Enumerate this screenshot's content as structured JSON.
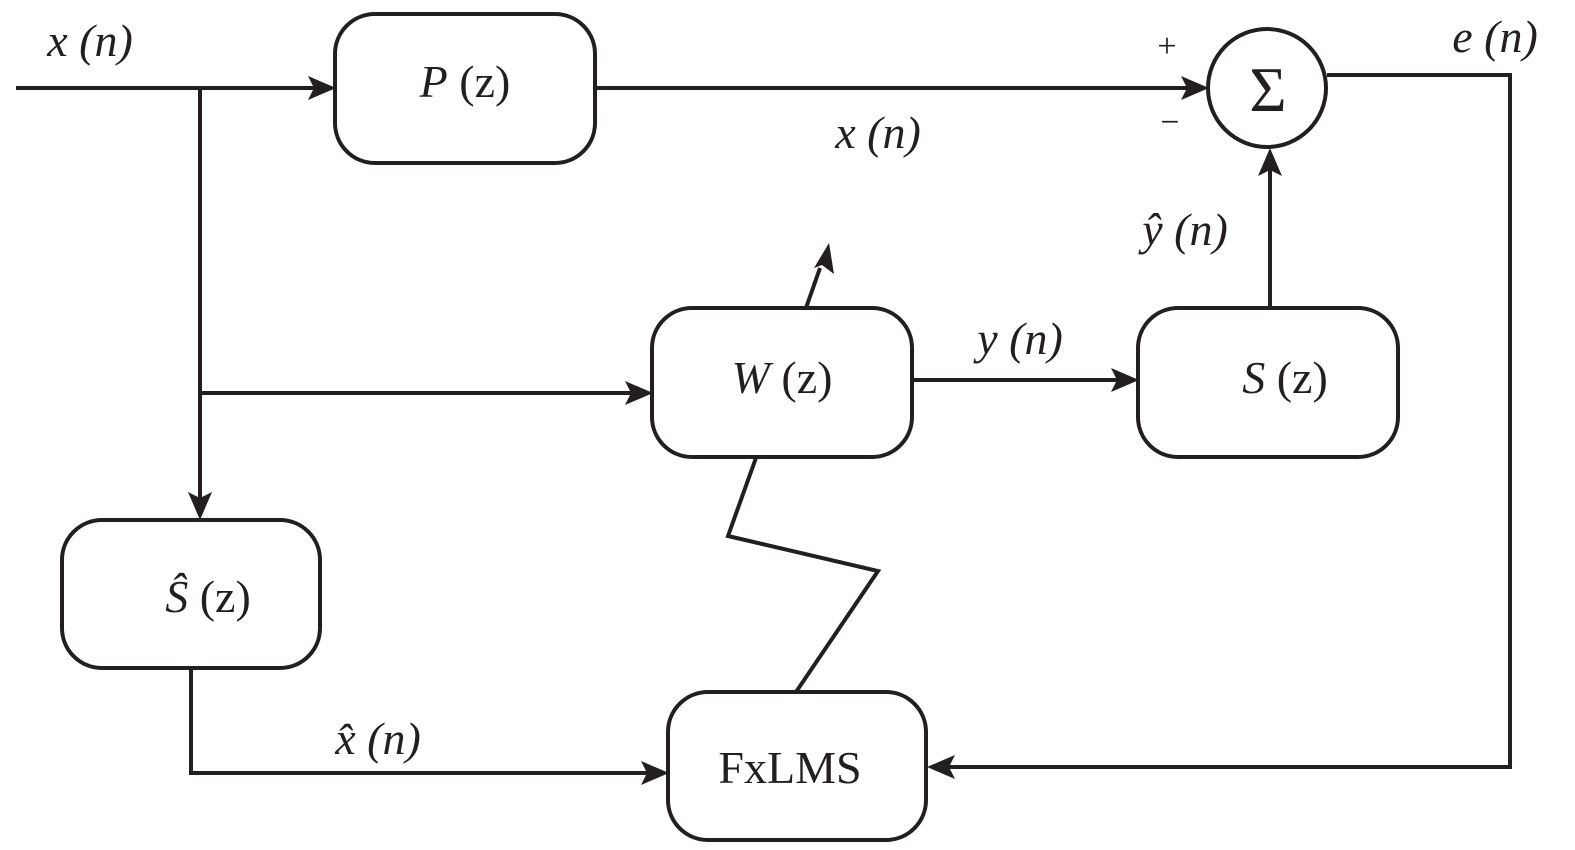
{
  "blocks": {
    "primary_path": {
      "symbol": "P",
      "arg": "(z)"
    },
    "adaptive_filter": {
      "symbol": "W",
      "arg": "(z)"
    },
    "secondary_path": {
      "symbol": "S",
      "arg": "(z)"
    },
    "secondary_path_estimate": {
      "symbol": "Ŝ",
      "arg": "(z)"
    },
    "algorithm": {
      "label": "FxLMS"
    }
  },
  "summing_junction": {
    "symbol": "Σ",
    "plus": "+",
    "minus": "−"
  },
  "signals": {
    "input": {
      "var": "x",
      "arg": "(n)"
    },
    "primary_out": {
      "var": "x",
      "arg": "(n)"
    },
    "filter_out": {
      "var": "y",
      "arg": "(n)"
    },
    "secondary_out": {
      "var": "ŷ",
      "arg": "(n)"
    },
    "error": {
      "var": "e",
      "arg": "(n)"
    },
    "filtered_ref": {
      "var": "x̂",
      "arg": "(n)"
    }
  },
  "colors": {
    "stroke": "#231f20",
    "background": "#ffffff"
  }
}
